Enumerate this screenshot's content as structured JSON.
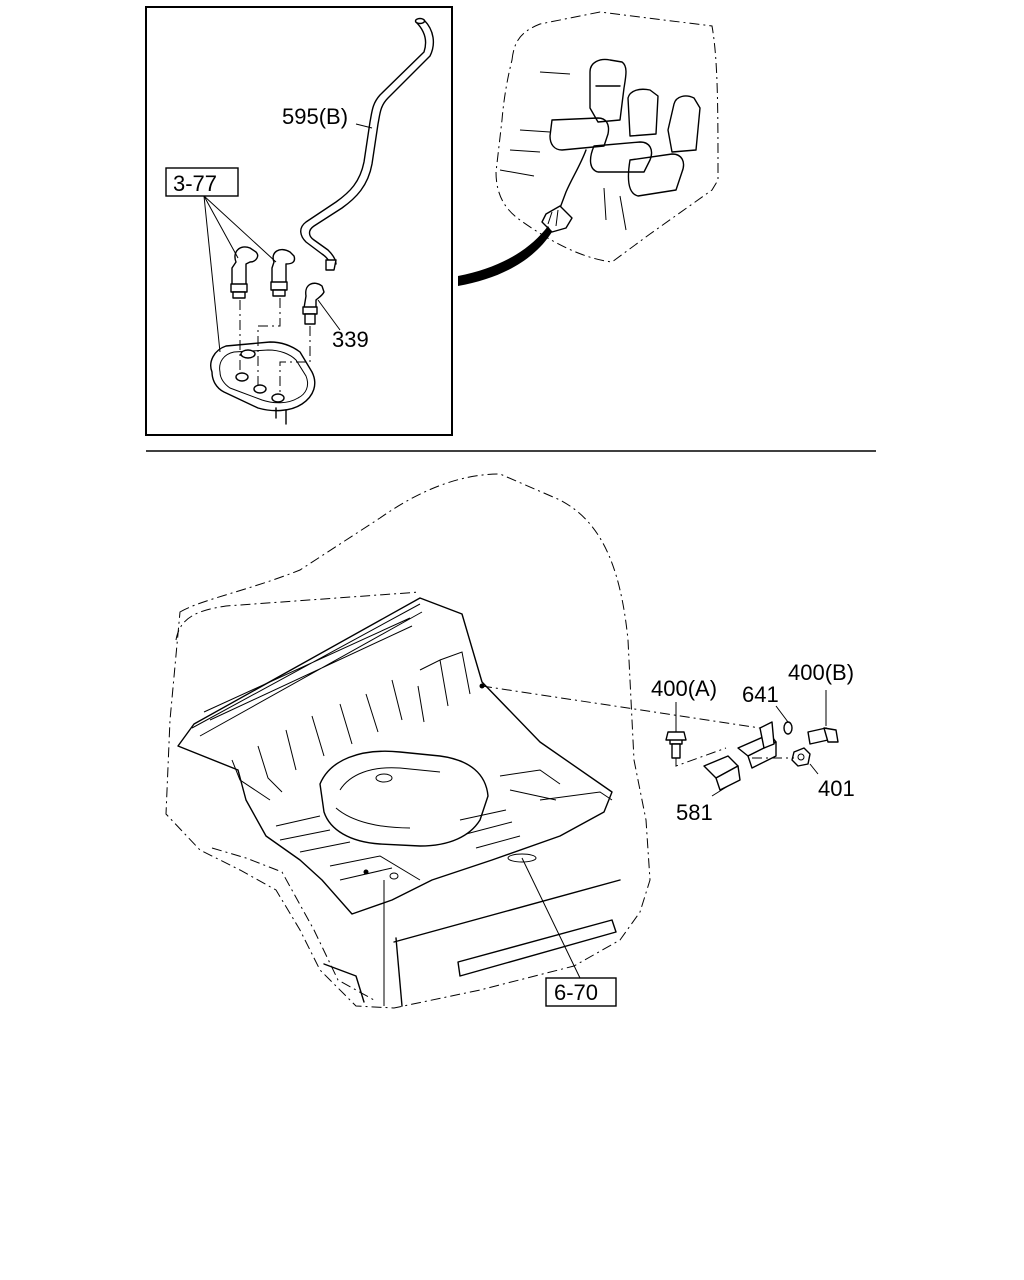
{
  "labels": {
    "hose_b": "595(B)",
    "group_top": "3-77",
    "hose_339": "339",
    "bolt_a": "400(A)",
    "washer": "641",
    "bolt_b": "400(B)",
    "nut": "401",
    "bracket": "581",
    "group_bottom": "6-70"
  }
}
